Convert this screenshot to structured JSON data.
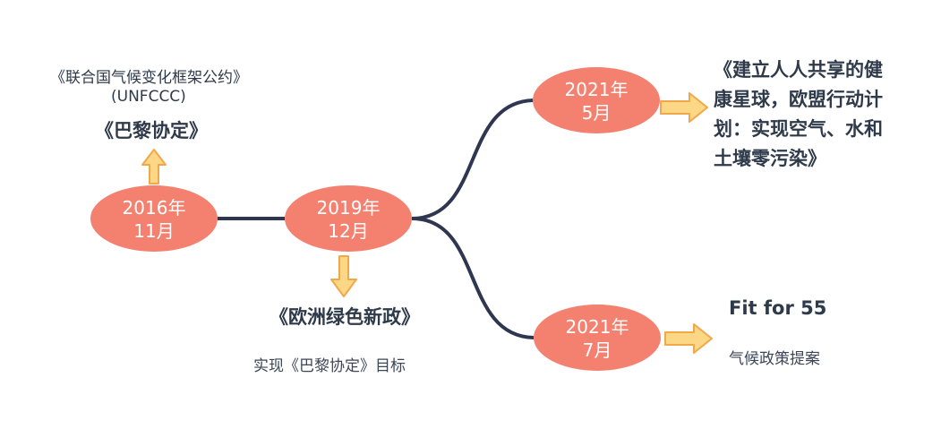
{
  "colors": {
    "node_fill": "#f4816f",
    "arrow_fill": "#fcd785",
    "arrow_stroke": "#f0a84a",
    "connector": "#2f3650",
    "text": "#2e3a4a"
  },
  "nodes": {
    "n2016": {
      "year": "2016年",
      "month": "11月"
    },
    "n2019": {
      "year": "2019年",
      "month": "12月"
    },
    "n2021a": {
      "year": "2021年",
      "month": "5月"
    },
    "n2021b": {
      "year": "2021年",
      "month": "7月"
    }
  },
  "labels": {
    "unfccc_line1": "《联合国气候变化框架公约》",
    "unfccc_line2": "(UNFCCC)",
    "paris": "《巴黎协定》",
    "green_deal": "《欧洲绿色新政》",
    "green_deal_note": "实现《巴黎协定》目标",
    "eu_plan_line1": "《建立人人共享的健",
    "eu_plan_line2": "康星球，欧盟行动计",
    "eu_plan_line3": "划：实现空气、水和",
    "eu_plan_line4": "土壤零污染》",
    "fit55": "Fit for 55",
    "fit55_note": "气候政策提案"
  }
}
